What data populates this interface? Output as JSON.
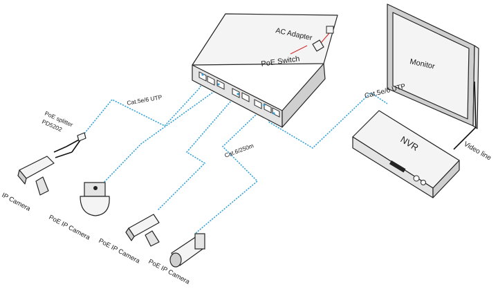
{
  "labels": {
    "poe_switch": "PoE Switch",
    "ac_adapter": "AC Adapter",
    "monitor": "Monitor",
    "nvr": "NVR",
    "video_line": "Video line",
    "cat_utp_top": "Cat.5e/6 UTP",
    "cat_utp_left": "Cat.5e/6 UTP",
    "cat_250m": "Cat.6/250m",
    "poe_splitter_line1": "PoE splitter",
    "poe_splitter_line2": "PD5202",
    "ip_camera": "IP Camera",
    "poe_ip_camera_1": "PoE IP Camera",
    "poe_ip_camera_2": "PoE IP Camera",
    "poe_ip_camera_3": "PoE IP Camera"
  },
  "colors": {
    "cable": "#3aa4d8",
    "power": "#d23030",
    "video_line": "#111111"
  },
  "icons": [
    "poe-switch-icon",
    "ac-adapter-icon",
    "monitor-icon",
    "nvr-icon",
    "poe-splitter-icon",
    "ip-camera-icon",
    "dome-camera-icon",
    "bullet-camera-icon",
    "box-camera-icon"
  ]
}
